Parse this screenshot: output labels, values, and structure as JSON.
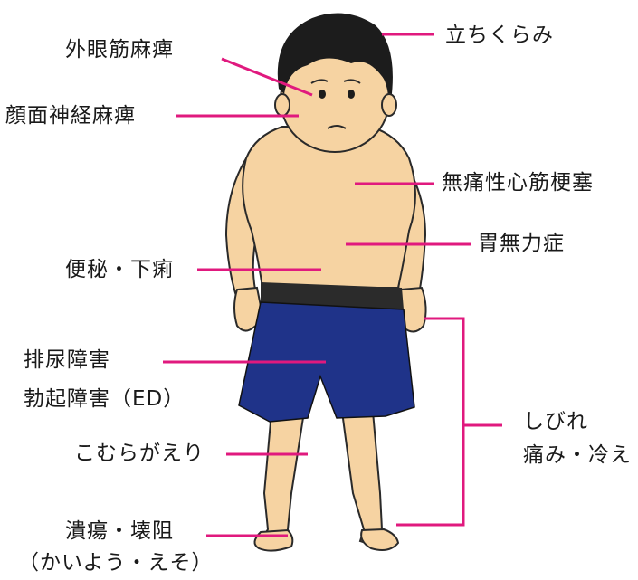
{
  "colors": {
    "skin": "#f6d3a2",
    "skin_outline": "#2a2a2a",
    "hair": "#1c1c1c",
    "shorts": "#1f3389",
    "waistband": "#2b2b2b",
    "leader_line": "#e0197e",
    "text": "#1a1a1a"
  },
  "labels": {
    "tachikurami": "立ちくらみ",
    "gaiganken": "外眼筋麻痺",
    "ganmen": "顔面神経麻痺",
    "mutsuu": "無痛性心筋梗塞",
    "imuryoku": "胃無力症",
    "benpi": "便秘・下痢",
    "hainyo": "排尿障害",
    "bokki": "勃起障害（ED）",
    "shibire": "しびれ",
    "itami": "痛み・冷え",
    "komura": "こむらがえり",
    "kaiyo": "潰瘍・壊阻",
    "kaiyo_reading": "（かいよう・えそ）"
  }
}
